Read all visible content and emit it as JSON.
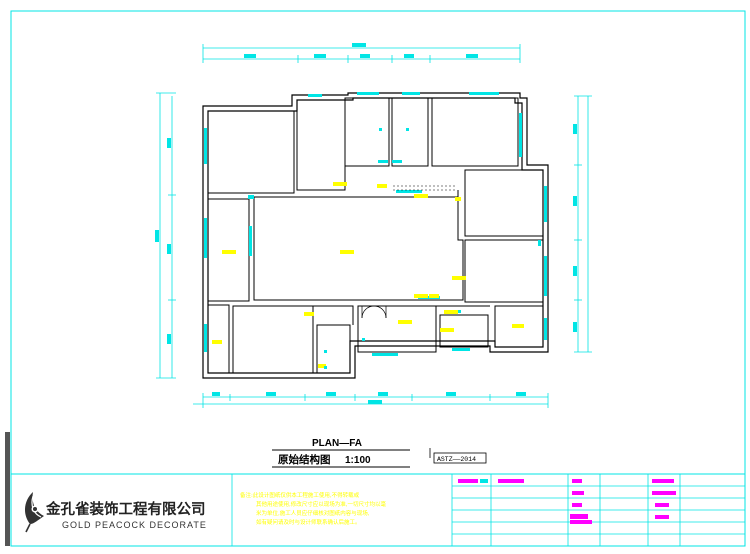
{
  "drawing": {
    "plan_code": "PLAN—FA",
    "title": "原始结构图",
    "scale": "1:100",
    "stamp": "ASTZ——2014"
  },
  "company": {
    "name_cn": "金孔雀装饰工程有限公司",
    "name_en": "GOLD PEACOCK DECORATE",
    "logo": "peacock-feather-logo"
  },
  "notes": {
    "line1": "备注:此设计图纸仅供本工程施工使用,不得转载或",
    "line2": "其他用途使用,修改尺寸应以现场为准,一切尺寸均以毫",
    "line3": "米为单位,施工人员应仔细核对图纸内容与现场,",
    "line4": "如有疑问请及时与设计师联系确认后施工。"
  },
  "colors": {
    "frame": "#00e5e5",
    "wall": "#000000",
    "window": "#00e5e5",
    "tag": "#ffff00",
    "note": "#ffff00",
    "block": "#ff00ff"
  }
}
